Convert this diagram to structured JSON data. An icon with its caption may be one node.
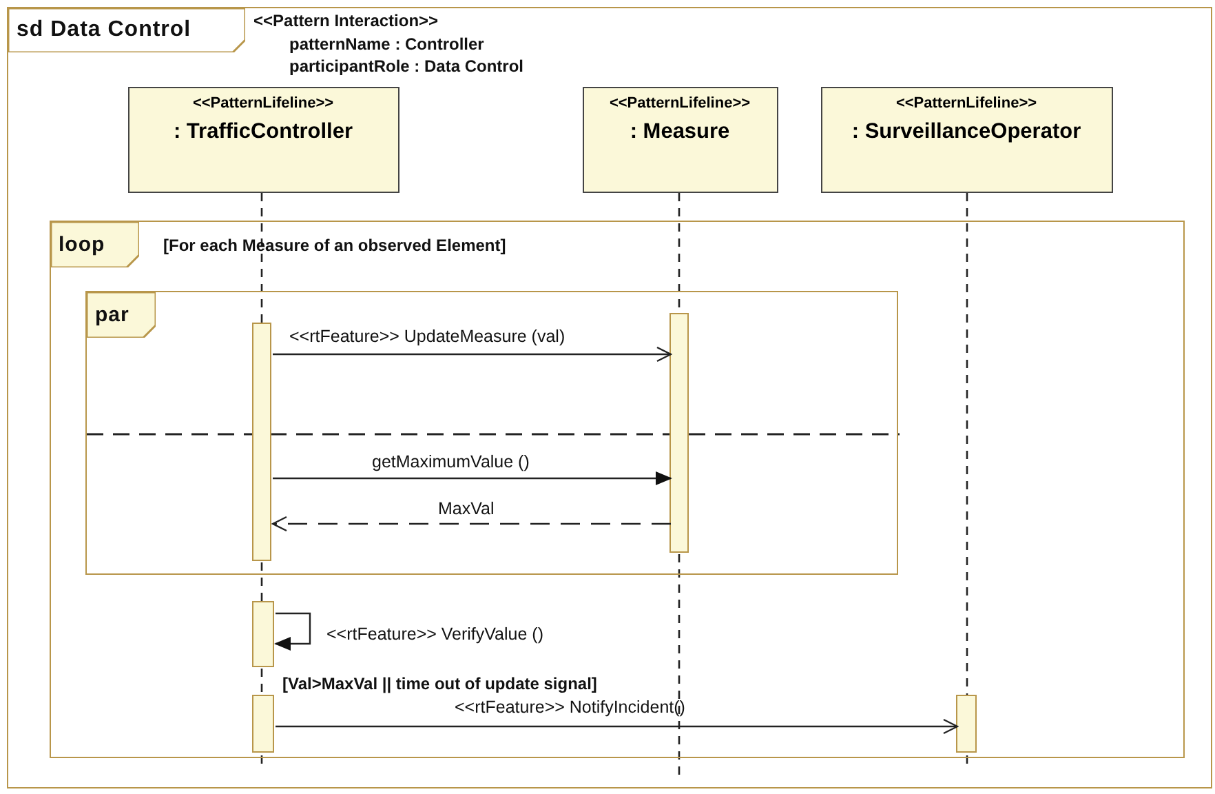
{
  "diagram": {
    "nodes": [
      {
        "text": [
          "sd Data Control"
        ]
      },
      {
        "text": [
          "<<PatternLifeline>>",
          ": TrafficController"
        ],
        "in": 0
      },
      {
        "text": [
          "<<PatternLifeline>>",
          ": Measure"
        ],
        "in": 0
      },
      {
        "text": [
          "<<PatternLifeline>>",
          ": SurveillanceOperator"
        ],
        "in": 0
      },
      {
        "text": [
          "loop",
          "[For each Measure of an observed Element]"
        ],
        "in": 0
      },
      {
        "text": [
          "par"
        ],
        "in": 4
      },
      {
        "text": [],
        "shape": "bar",
        "in": 5
      },
      {
        "text": [],
        "shape": "bar",
        "in": 5
      },
      {
        "text": [],
        "shape": "bar",
        "in": 4
      },
      {
        "text": [],
        "shape": "bar",
        "in": 4
      },
      {
        "text": [],
        "shape": "bar",
        "in": 4
      }
    ],
    "edges": [
      {
        "from": 6,
        "to": 7,
        "arrow": "to",
        "label": "<<rtFeature>> UpdateMeasure (val)"
      },
      {
        "from": 6,
        "to": 7,
        "arrow": "to",
        "label": "getMaximumValue ()"
      },
      {
        "from": 7,
        "to": 6,
        "arrow": "to",
        "label": "MaxVal",
        "style": "dashed"
      },
      {
        "from": 8,
        "to": 8,
        "arrow": "to",
        "label": "<<rtFeature>> VerifyValue ()"
      },
      {
        "from": 9,
        "to": 10,
        "arrow": "to",
        "label": "<<rtFeature>> NotifyIncident()"
      },
      {
        "from": 1,
        "to": 6,
        "arrow": "none",
        "style": "dashed"
      },
      {
        "from": 6,
        "to": 8,
        "arrow": "none",
        "style": "dashed"
      },
      {
        "from": 8,
        "to": 9,
        "arrow": "none",
        "style": "dashed"
      },
      {
        "from": 2,
        "to": 7,
        "arrow": "none",
        "style": "dashed"
      },
      {
        "from": 7,
        "to": null,
        "arrow": "none",
        "style": "dashed"
      },
      {
        "from": 3,
        "to": 10,
        "arrow": "none",
        "style": "dashed"
      }
    ],
    "labels": [
      "<<Pattern Interaction>>",
      "patternName : Controller",
      "participantRole : Data Control",
      "[Val>MaxVal || time out of update signal]"
    ]
  }
}
